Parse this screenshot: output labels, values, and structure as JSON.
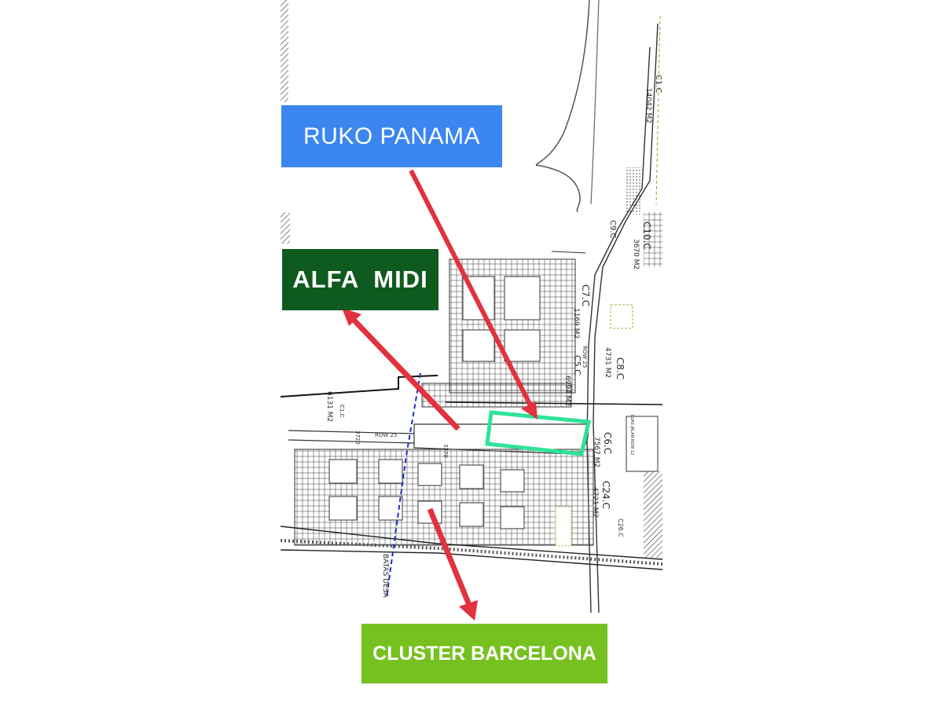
{
  "callouts": {
    "ruko_panama": {
      "label": "RUKO PANAMA",
      "color": "#3b86ef"
    },
    "alfa_midi": {
      "label": "ALFA  MIDI",
      "color": "#0f5a1e"
    },
    "cluster_barcelona": {
      "label": "CLUSTER BARCELONA",
      "color": "#76c11f"
    }
  },
  "arrow_color": "#e2313f",
  "highlight_color": "#2fe29a",
  "plan_labels": {
    "c1c_top": "C1.C",
    "c1c_top_area": "14042  M2",
    "c9c": "C9.C",
    "c10c": "C10.C",
    "c10c_area": "3670  M2",
    "c7c": "C7.C",
    "c7c_area": "1169  M2",
    "row_25_top": "ROW 25",
    "c5c": "C5.C",
    "c5c_area": "6994  M2",
    "c8c": "C8.C",
    "c8c_area": "4731  M2",
    "c6c": "C6.C",
    "c6c_area": "7567  M2",
    "c24c": "C24.C",
    "c24c_area": "4721  M2",
    "c26c": "C26.C",
    "c1c_left": "C1.C",
    "c1c_left_area": "6131  M2",
    "row_25_mid": "ROW 25",
    "num_3720": "3720",
    "num_3270": "3270",
    "batas_desa": "BATAS DESA",
    "luas_jalan": "LUAS JALAN ROW 12"
  }
}
